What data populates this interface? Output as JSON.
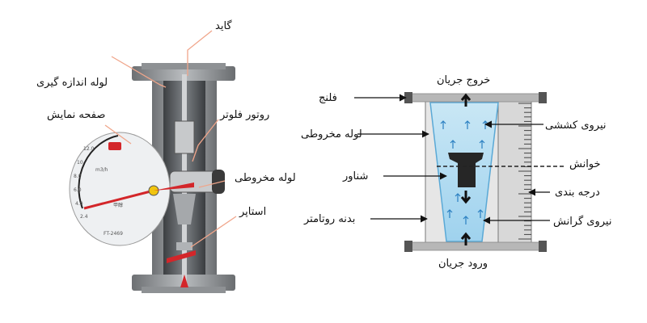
{
  "left": {
    "labels": {
      "guide": "گاید",
      "measuring_tube": "لوله اندازه گیری",
      "display_panel": "صفحه نمایش",
      "float_rotor": "روتور فلوتر",
      "conical_tube": "لوله مخروطی",
      "stopper": "استاپر"
    },
    "gauge": {
      "scale": [
        "12.0",
        "10",
        "8.0",
        "6.0",
        "4.0",
        "2.4"
      ],
      "unit": "m3/h",
      "model": "FT-2469",
      "brand": "甲醇"
    }
  },
  "right": {
    "labels": {
      "flow_out": "خروج جریان",
      "flange": "فلنج",
      "drag_force": "نیروی کششی",
      "conical_tube": "لوله مخروطی",
      "reading": "خوانش",
      "float": "شناور",
      "graduation": "درجه بندی",
      "body": "بدنه روتامتر",
      "gravity": "نیروی گرانش",
      "flow_in": "ورود جریان"
    }
  }
}
